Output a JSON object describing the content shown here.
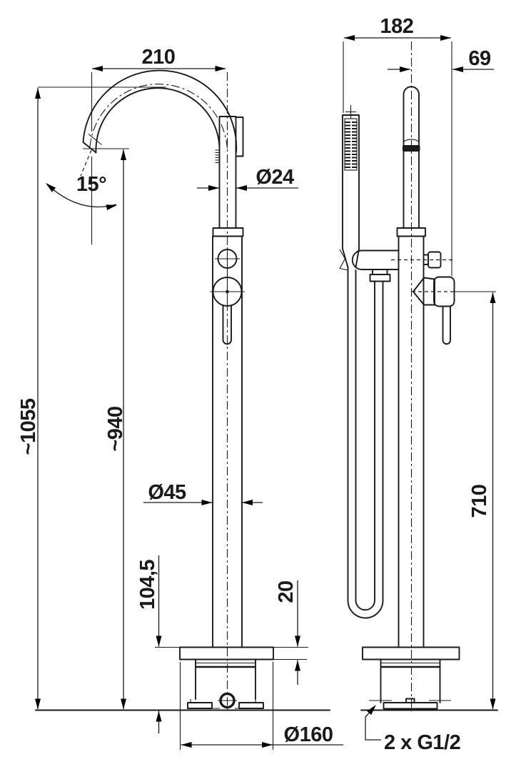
{
  "colors": {
    "line": "#1a1a1a",
    "background": "#ffffff"
  },
  "drawing_kind": "dimensioned technical drawing, freestanding bath mixer with hand shower, front and side views",
  "dimensions": {
    "spout_reach": "210",
    "spout_angle": "15°",
    "spout_diameter": "Ø24",
    "overall_height": "~1055",
    "spout_height": "~940",
    "column_diameter": "Ø45",
    "base_height": "104,5",
    "plate_thickness": "20",
    "shower_offset": "182",
    "handle_offset": "69",
    "handle_height": "710",
    "base_diameter": "Ø160",
    "connections": "2 x G1/2"
  }
}
